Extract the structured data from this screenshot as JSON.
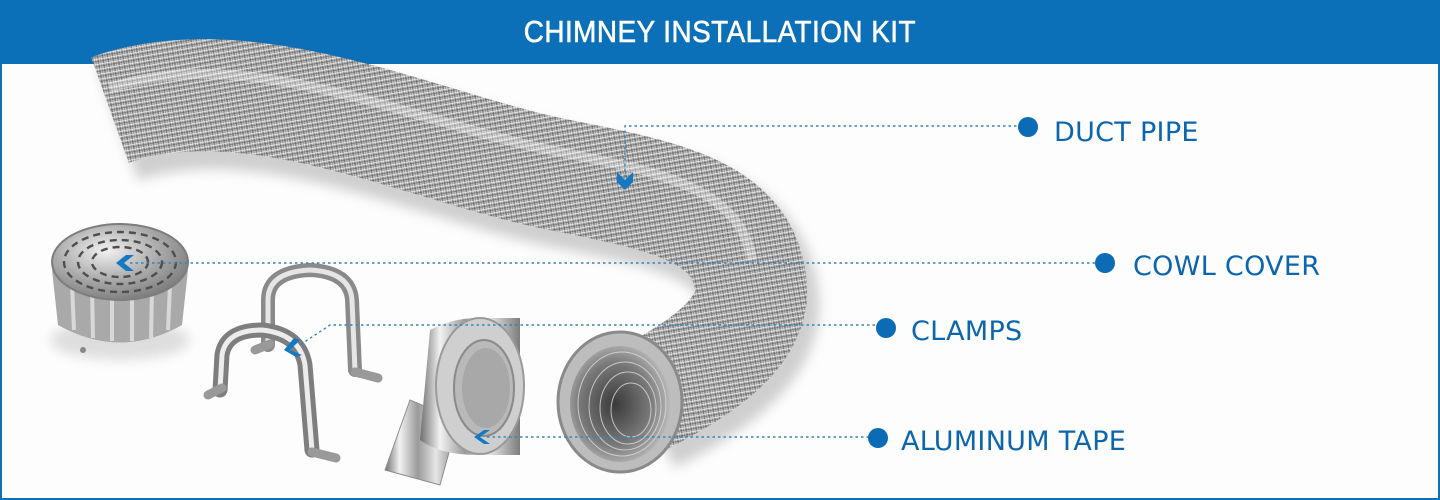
{
  "header": {
    "title": "CHIMNEY INSTALLATION KIT"
  },
  "callouts": [
    {
      "id": "duct-pipe",
      "label": "DUCT PIPE"
    },
    {
      "id": "cowl-cover",
      "label": "COWL COVER"
    },
    {
      "id": "clamps",
      "label": "CLAMPS"
    },
    {
      "id": "aluminum-tape",
      "label": "ALUMINUM TAPE"
    }
  ],
  "colors": {
    "header_bg": "#0b70b8",
    "accent": "#0b6cb5",
    "label_text": "#0b66ad",
    "background": "#ffffff"
  }
}
